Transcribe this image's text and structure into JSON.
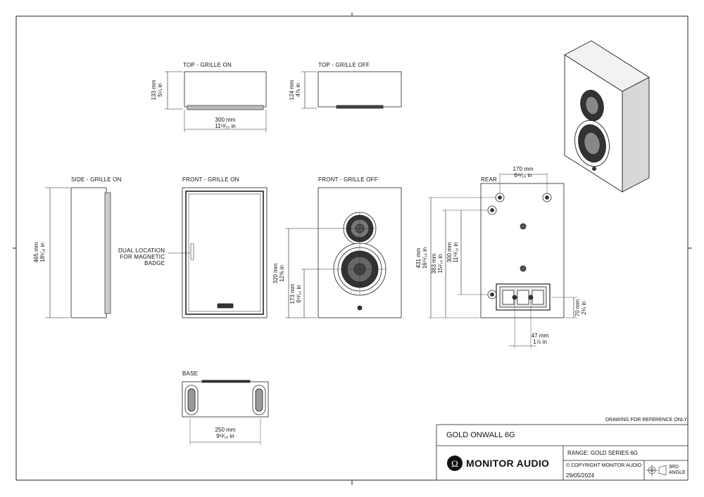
{
  "views": {
    "top_grille_on": "TOP - GRILLE ON",
    "top_grille_off": "TOP - GRILLE OFF",
    "side_grille_on": "SIDE - GRILLE ON",
    "front_grille_on": "FRONT  - GRILLE ON",
    "front_grille_off": "FRONT  - GRILLE OFF",
    "rear": "REAR",
    "base": "BASE"
  },
  "dimensions": {
    "top_on_depth": [
      "133 mm",
      "5¼ in"
    ],
    "top_on_width": [
      "300 mm",
      "11¹³⁄₁₆ in"
    ],
    "top_off_depth": [
      "124 mm",
      "4⅞ in"
    ],
    "side_height": [
      "465 mm",
      "18⁵⁄₁₆ in"
    ],
    "front_off_tweeter": [
      "320 mm",
      "12⅝ in"
    ],
    "front_off_woofer": [
      "173 mm",
      "6¹³⁄₁₆ in"
    ],
    "rear_width": [
      "170 mm",
      "6¹¹⁄₁₆ in"
    ],
    "rear_h1": [
      "431 mm",
      "16¹⁵⁄₁₆ in"
    ],
    "rear_h2": [
      "383 mm",
      "15¹⁄₁₆ in"
    ],
    "rear_h3": [
      "300 mm",
      "11¹³⁄₁₆ in"
    ],
    "rear_terminal_h": [
      "70 mm",
      "2¾ in"
    ],
    "rear_terminal_w": [
      "47 mm",
      "1⅞ in"
    ],
    "base_width": [
      "250 mm",
      "9¹³⁄₁₆ in"
    ]
  },
  "annotations": {
    "badge_line1": "DUAL LOCATION",
    "badge_line2": "FOR MAGNETIC",
    "badge_line3": "BADGE"
  },
  "title_block": {
    "reference_note": "DRAWING FOR REFERENCE ONLY",
    "product": "GOLD ONWALL 6G",
    "range": "RANGE: GOLD SERIES 6G",
    "copyright": "© COPYRIGHT MONITOR AUDIO",
    "date": "29/05/2024",
    "brand": "MONITOR AUDIO",
    "projection_line1": "3RD",
    "projection_line2": "ANGLE"
  }
}
